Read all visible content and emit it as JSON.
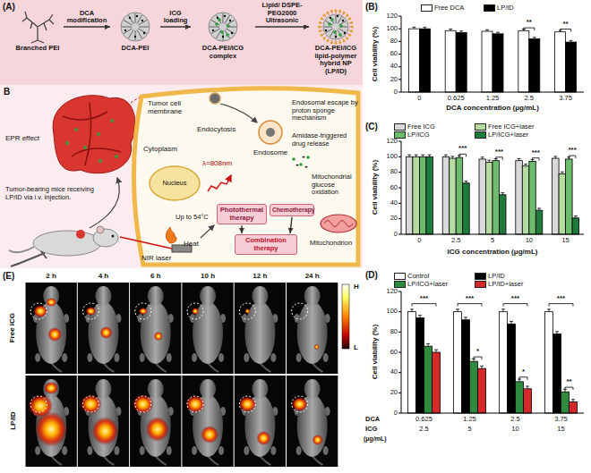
{
  "diagram": {
    "nodes": [
      {
        "text": [
          "Branched PEI"
        ]
      },
      {
        "text": [
          "DCA-PEI"
        ]
      },
      {
        "text": [
          "DCA-PEI/ICG complex"
        ]
      },
      {
        "text": [
          "DCA-PEI/ICG lipid-polymer hybrid NP (LP/ID)"
        ]
      },
      {
        "text": [
          "Photothermal therapy"
        ]
      },
      {
        "text": [
          "Chemotherapy"
        ]
      },
      {
        "text": [
          "Combination therapy"
        ]
      }
    ],
    "edges": [
      {
        "from": 0,
        "to": 1,
        "label": "DCA modification",
        "arrow": "to"
      },
      {
        "from": 1,
        "to": 2,
        "label": "ICG loading",
        "arrow": "to"
      },
      {
        "from": 2,
        "to": 3,
        "label": "Lipid/ DSPE-PEG2000 Ultrasonic",
        "arrow": "to"
      },
      {
        "from": 4,
        "to": 6,
        "arrow": "to"
      },
      {
        "from": 5,
        "to": 6,
        "arrow": "to"
      }
    ],
    "labels": [
      "(A)",
      "B",
      "Tumor cell membrane",
      "Endocytosis",
      "Endosome",
      "Endosomal escape by proton sponge mechanism",
      "Cytoplasm",
      "λ=808nm",
      "Amidase-triggered drug release",
      "Nucleus",
      "Up to 54°C",
      "Heat",
      "Mitochondrial glucose oxidation",
      "Mitochondrion",
      "EPR effect",
      "Tumor-bearing mice receiving LP/ID via i.v. injection.",
      "NIR laser",
      "(B)",
      "Cell viability (%)",
      "0",
      "20",
      "40",
      "60",
      "80",
      "100",
      "120",
      "0",
      "0.625",
      "1.25",
      "2.5",
      "3.75",
      "DCA concentration (μg/mL)",
      "**",
      "**",
      "(C)",
      "Cell viability (%)",
      "0",
      "20",
      "40",
      "60",
      "80",
      "100",
      "120",
      "0",
      "2.5",
      "5",
      "10",
      "15",
      "ICG concentration (μg/mL)",
      "***",
      "***",
      "***",
      "***",
      "(D)",
      "Cell viability (%)",
      "0",
      "20",
      "40",
      "60",
      "80",
      "100",
      "120",
      "DCA",
      "0.625",
      "1.25",
      "2.5",
      "3.75",
      "ICG",
      "(μg/mL)",
      "2.5",
      "5",
      "10",
      "15",
      "***",
      "***",
      "***",
      "***",
      "*",
      "*",
      "**",
      "(E)",
      "2 h",
      "4 h",
      "6 h",
      "10 h",
      "12 h",
      "24 h",
      "Free ICG",
      "LP/ID",
      "H",
      "L"
    ],
    "legend": [
      {
        "text": "Free DCA",
        "color": "#ffffff"
      },
      {
        "text": "LP/ID",
        "color": "#000000"
      },
      {
        "text": "Free ICG",
        "color": "#d9d9d9"
      },
      {
        "text": "Free ICG+laser",
        "color": "#b5dba0"
      },
      {
        "text": "LP/ICG",
        "color": "#6dbb6d"
      },
      {
        "text": "LP/ICG+laser",
        "color": "#1e7b3c"
      },
      {
        "text": "Control",
        "color": "#ffffff"
      },
      {
        "text": "LP/ID",
        "color": "#000000"
      },
      {
        "text": "LP/ICG+laser",
        "color": "#2e8b3e"
      },
      {
        "text": "LP/ID+laser",
        "color": "#d62828"
      }
    ]
  }
}
